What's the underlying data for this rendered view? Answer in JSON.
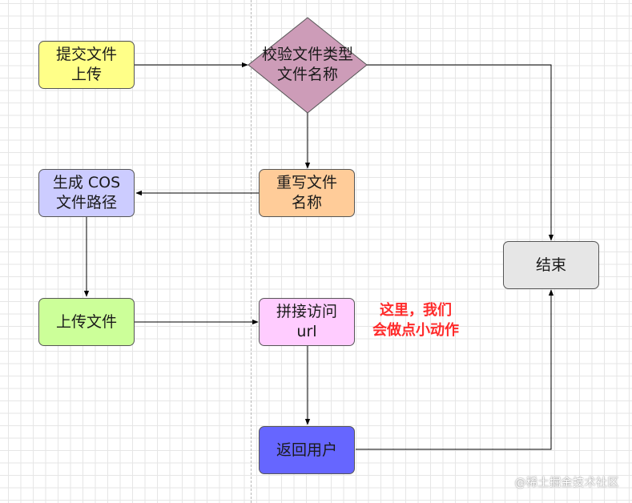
{
  "diagram": {
    "nodes": {
      "submit": {
        "label": "提交文件\n上传",
        "color": "#ffff88"
      },
      "validate": {
        "label": "校验文件类型\n文件名称",
        "color": "#cd9cb8"
      },
      "cos_path": {
        "label": "生成 COS\n文件路径",
        "color": "#ccccff"
      },
      "rename": {
        "label": "重写文件\n名称",
        "color": "#ffcc99"
      },
      "end": {
        "label": "结束",
        "color": "#e6e6e6"
      },
      "upload": {
        "label": "上传文件",
        "color": "#ccff99"
      },
      "concat_url": {
        "label": "拼接访问\nurl",
        "color": "#ffccff"
      },
      "return_user": {
        "label": "返回用户",
        "color": "#6666ff"
      }
    },
    "note": {
      "text": "这里，我们\n会做点小动作",
      "color": "#ff2b2b"
    },
    "edges": [
      {
        "from": "submit",
        "to": "validate"
      },
      {
        "from": "validate",
        "to": "rename"
      },
      {
        "from": "validate",
        "to": "end"
      },
      {
        "from": "rename",
        "to": "cos_path"
      },
      {
        "from": "cos_path",
        "to": "upload"
      },
      {
        "from": "upload",
        "to": "concat_url"
      },
      {
        "from": "concat_url",
        "to": "return_user"
      },
      {
        "from": "return_user",
        "to": "end"
      }
    ]
  },
  "watermark": "@稀土掘金技术社区"
}
